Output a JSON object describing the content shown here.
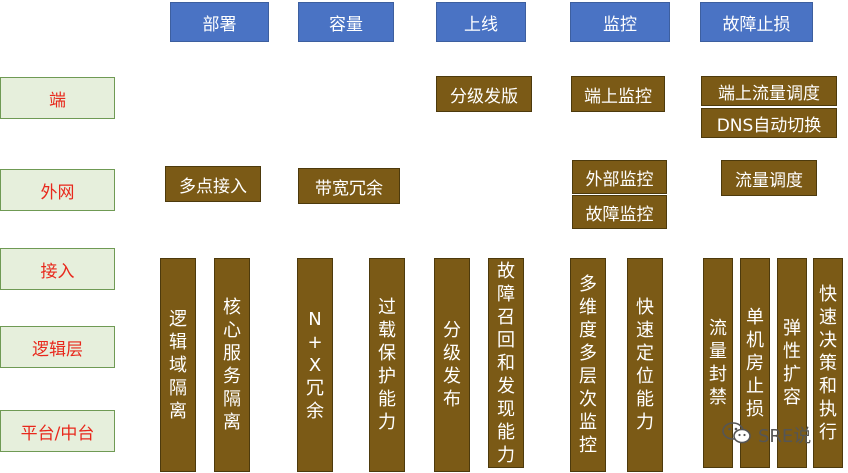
{
  "columns": [
    "部署",
    "容量",
    "上线",
    "监控",
    "故障止损"
  ],
  "rows": [
    "端",
    "外网",
    "接入",
    "逻辑层",
    "平台/中台"
  ],
  "cells": {
    "endpoint": {
      "launch": "分级发版",
      "monitor": "端上监控",
      "stoploss_1": "端上流量调度",
      "stoploss_2": "DNS自动切换"
    },
    "external": {
      "deploy": "多点接入",
      "capacity": "带宽冗余",
      "monitor_1": "外部监控",
      "monitor_2": "故障监控",
      "stoploss": "流量调度"
    },
    "vertical": {
      "deploy_1": "逻辑域隔离",
      "deploy_2": "核心服务隔离",
      "capacity_1": "N+X冗余",
      "capacity_2": "过载保护能力",
      "launch_1": "分级发布",
      "launch_2": "故障召回和发现能力",
      "monitor_1": "多维度多层次监控",
      "monitor_2": "快速定位能力",
      "stoploss_1": "流量封禁",
      "stoploss_2": "单机房止损",
      "stoploss_3": "弹性扩容",
      "stoploss_4": "快速决策和执行"
    }
  },
  "watermark": {
    "text": "SRE说",
    "icon": "wechat-icon"
  }
}
